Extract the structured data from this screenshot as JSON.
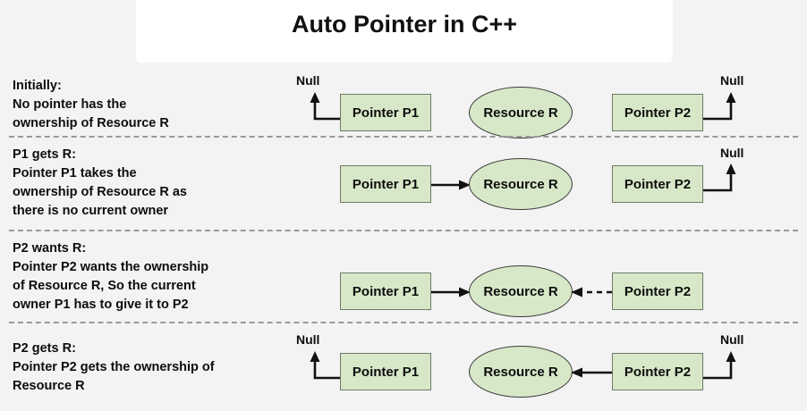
{
  "background": "#f3f3f3",
  "colors": {
    "node_fill": "#d7e8c8",
    "node_stroke": "#6f7a6b",
    "ellipse_stroke": "#3a3a3a",
    "separator": "#9a9a9a",
    "text": "#0d0d0d",
    "title_card": "#ffffff"
  },
  "title": {
    "text": "Auto Pointer in C++"
  },
  "labels": {
    "pointer_p1": "Pointer P1",
    "pointer_p2": "Pointer P2",
    "resource_r": "Resource R",
    "null": "Null"
  },
  "rows": [
    {
      "id": "initially",
      "heading": "Initially:",
      "description": "Initially:\nNo pointer has the\nownership of Resource R",
      "nodes": [
        "Pointer P1",
        "Resource R",
        "Pointer P2"
      ],
      "p1_target": "Null",
      "p2_target": "Null",
      "p1_arrow": "null-up-left",
      "p2_arrow": "null-up-right",
      "resource_owner": "none"
    },
    {
      "id": "p1-gets-r",
      "heading": "P1 gets R:",
      "description": "P1 gets R:\nPointer P1 takes the\nownership of Resource R as\nthere is no current owner",
      "nodes": [
        "Pointer P1",
        "Resource R",
        "Pointer P2"
      ],
      "p1_target": "Resource R",
      "p2_target": "Null",
      "p1_arrow": "solid-right-to-resource",
      "p2_arrow": "null-up-right",
      "resource_owner": "P1"
    },
    {
      "id": "p2-wants-r",
      "heading": "P2 wants R:",
      "description": "P2 wants R:\nPointer P2 wants the ownership\nof Resource R, So the current\nowner P1 has to give it to P2",
      "nodes": [
        "Pointer P1",
        "Resource R",
        "Pointer P2"
      ],
      "p1_target": "Resource R",
      "p2_target": "Resource R",
      "p1_arrow": "solid-right-to-resource",
      "p2_arrow": "dashed-left-to-resource",
      "resource_owner": "P1"
    },
    {
      "id": "p2-gets-r",
      "heading": "P2 gets R:",
      "description": "P2 gets R:\nPointer P2 gets the ownership of\nResource R",
      "nodes": [
        "Pointer P1",
        "Resource R",
        "Pointer P2"
      ],
      "p1_target": "Null",
      "p2_target": "Resource R",
      "p1_arrow": "null-up-left",
      "p2_arrow": "solid-left-to-resource",
      "resource_owner": "P2"
    }
  ]
}
